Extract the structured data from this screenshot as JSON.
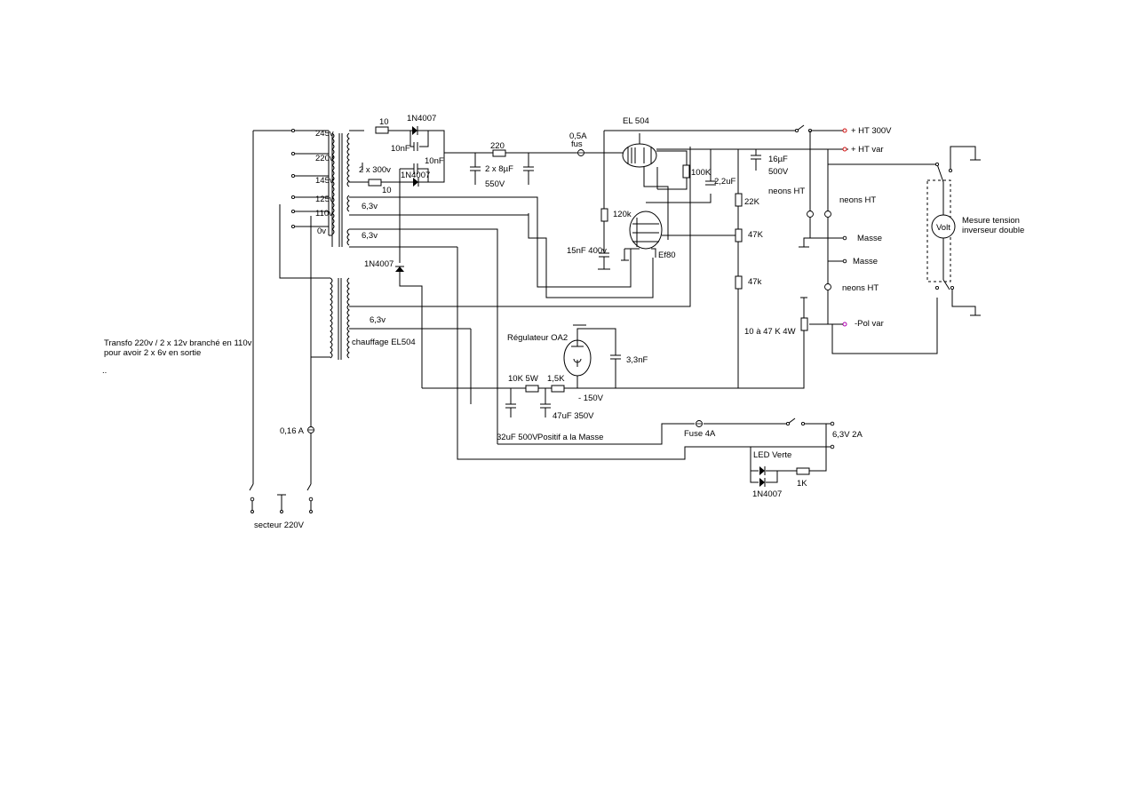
{
  "labels": {
    "d1": "1N4007",
    "d2": "1N4007",
    "d3": "1N4007",
    "d4": "1N4007",
    "r10a": "10",
    "r10b": "10",
    "c10nf_a": "10nF",
    "c10nf_b": "10nF",
    "tap245": "245v",
    "tap220": "220v",
    "tap145": "145v",
    "tap125": "125v",
    "tap110": "110v",
    "tap0": "0v",
    "sec2x300": "2 x 300v",
    "sec63a": "6,3v",
    "sec63b": "6,3v",
    "sec63c": "6,3v",
    "chauffage": "chauffage EL504",
    "r220": "220",
    "c2x8": "2 x 8µF",
    "c550": "550V",
    "fuse05": "0,5A",
    "fus": "fus",
    "el504": "EL 504",
    "r100k": "100K",
    "c22": "2,2uF",
    "c16": "16µF",
    "c500": "500V",
    "r120k": "120k",
    "c15nf": "15nF 400v",
    "ef80": "Ef80",
    "r22k": "22K",
    "p47k": "47K",
    "r47k": "47k",
    "p10a47": "10 à 47 K 4W",
    "ht300": "+ HT 300V",
    "htvar": "+ HT var",
    "neon1": "neons HT",
    "neon2": "neons HT",
    "neon3": "neons HT",
    "masse1": "Masse",
    "masse2": "Masse",
    "polvar": "-Pol var",
    "volt": "Volt",
    "mesure1": "Mesure tension",
    "mesure2": "inverseur double",
    "oa2": "Régulateur OA2",
    "c33": "3,3nF",
    "r10k": "10K 5W",
    "r15k": "1,5K",
    "m150": "- 150V",
    "c47": "47uF 350V",
    "c32": "32uF 500V",
    "positif": "Positif a la Masse",
    "fuse4a": "Fuse 4A",
    "v63": "6,3V 2A",
    "led": "LED Verte",
    "r1k": "1K",
    "fuse016": "0,16 A",
    "secteur": "secteur 220V",
    "transfo1": "Transfo 220v / 2 x 12v branché en 110v",
    "transfo2": "pour avoir 2 x 6v en sortie",
    "dots": ".."
  },
  "colors": {
    "line": "#000000",
    "terminal_ht": "#d01010",
    "terminal_pol": "#b000b0",
    "background": "#ffffff"
  }
}
